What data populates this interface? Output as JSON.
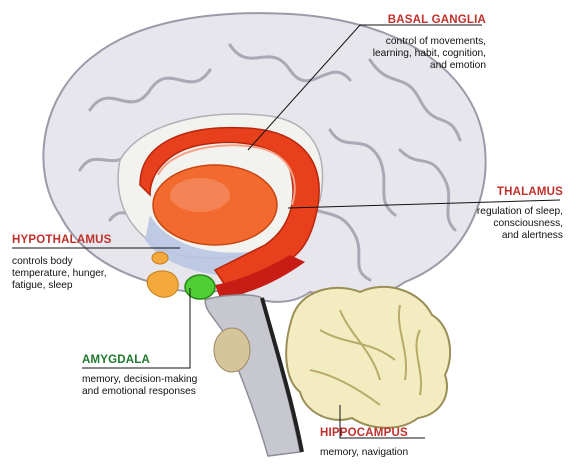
{
  "colors": {
    "title_red": "#c0302a",
    "title_green": "#1f7a2e",
    "cortex": "#e6e6ec",
    "basal_ganglia": "#e8401c",
    "thalamus_core": "#f26a2e",
    "amygdala": "#4fcf33",
    "hippocampus": "#f2ecc0",
    "hypothalamus": "#f4a93c",
    "brainstem": "#c7c7cf",
    "ventricle": "#b9c7e3"
  },
  "labels": {
    "basal_ganglia": {
      "title": "BASAL GANGLIA",
      "desc": "control of movements,\nlearning, habit, cognition,\nand emotion"
    },
    "thalamus": {
      "title": "THALAMUS",
      "desc": "regulation of sleep,\nconsciousness,\nand alertness"
    },
    "hypothalamus": {
      "title": "HYPOTHALAMUS",
      "desc": "controls body\ntemperature, hunger,\nfatigue, sleep"
    },
    "amygdala": {
      "title": "AMYGDALA",
      "desc": "memory, decision-making\nand emotional responses"
    },
    "hippocampus": {
      "title": "HIPPOCAMPUS",
      "desc": "memory, navigation"
    }
  }
}
